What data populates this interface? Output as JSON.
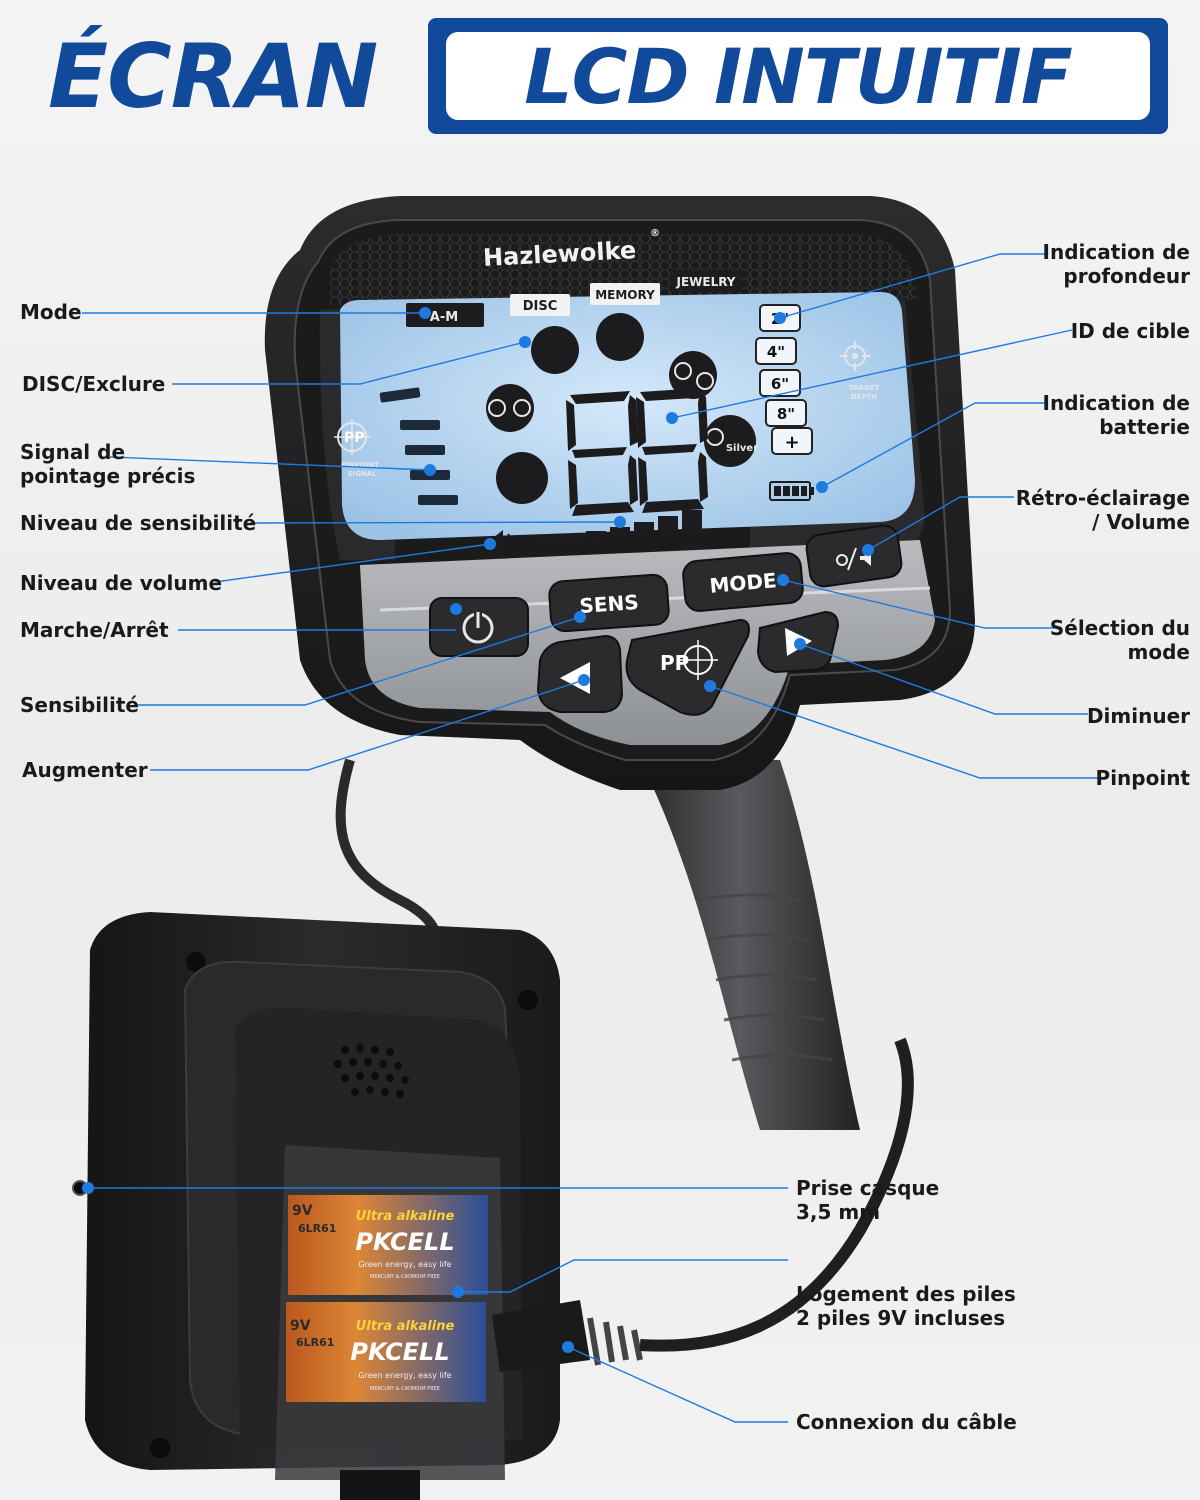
{
  "header": {
    "title_plain": "ÉCRAN",
    "title_boxed": "LCD INTUITIF"
  },
  "device": {
    "brand": "Hazlewolke",
    "registered_mark": "®",
    "modes": [
      "A-M",
      "DISC",
      "MEMORY",
      "JEWELRY"
    ],
    "digits": "88",
    "depth_marks": [
      "2\"",
      "4\"",
      "6\"",
      "8\"",
      "+"
    ],
    "target_depth_label": [
      "TARGET",
      "DEPTH"
    ],
    "pinpoint_signal_label": [
      "PINPOINT",
      "SIGNAL"
    ],
    "pp_label": "PP",
    "silver_label": "Silver",
    "buttons": {
      "sens": "SENS",
      "mode": "MODE"
    }
  },
  "battery": {
    "brand": "PKCELL",
    "tagline": "Ultra alkaline",
    "voltage": "9V",
    "model": "6LR61",
    "slogan": "Green energy, easy life",
    "fine_print": "MERCURY & CADMIUM FREE"
  },
  "labels_left": {
    "mode": "Mode",
    "disc": "DISC/Exclure",
    "pinpoint_signal_1": "Signal de",
    "pinpoint_signal_2": "pointage précis",
    "sensitivity_level": "Niveau de sensibilité",
    "volume_level": "Niveau de volume",
    "power": "Marche/Arrêt",
    "sensitivity": "Sensibilité",
    "increase": "Augmenter"
  },
  "labels_right": {
    "depth_1": "Indication de",
    "depth_2": "profondeur",
    "target_id": "ID de cible",
    "battery_1": "Indication de",
    "battery_2": "batterie",
    "backlight_1": "Rétro-éclairage",
    "backlight_2": "/ Volume",
    "mode_select_1": "Sélection du",
    "mode_select_2": "mode",
    "decrease": "Diminuer",
    "pinpoint": "Pinpoint"
  },
  "labels_bottom": {
    "headphone_1": "Prise casque",
    "headphone_2": "3,5 mm",
    "battery_slot_1": "Logement des piles",
    "battery_slot_2": "2 piles 9V incluses",
    "cable": "Connexion du câble"
  },
  "colors": {
    "brand_blue": "#114a9b",
    "callout_blue": "#1f7ae0",
    "lcd_blue": "#bcd8f2",
    "body_black": "#1c1c1e"
  }
}
